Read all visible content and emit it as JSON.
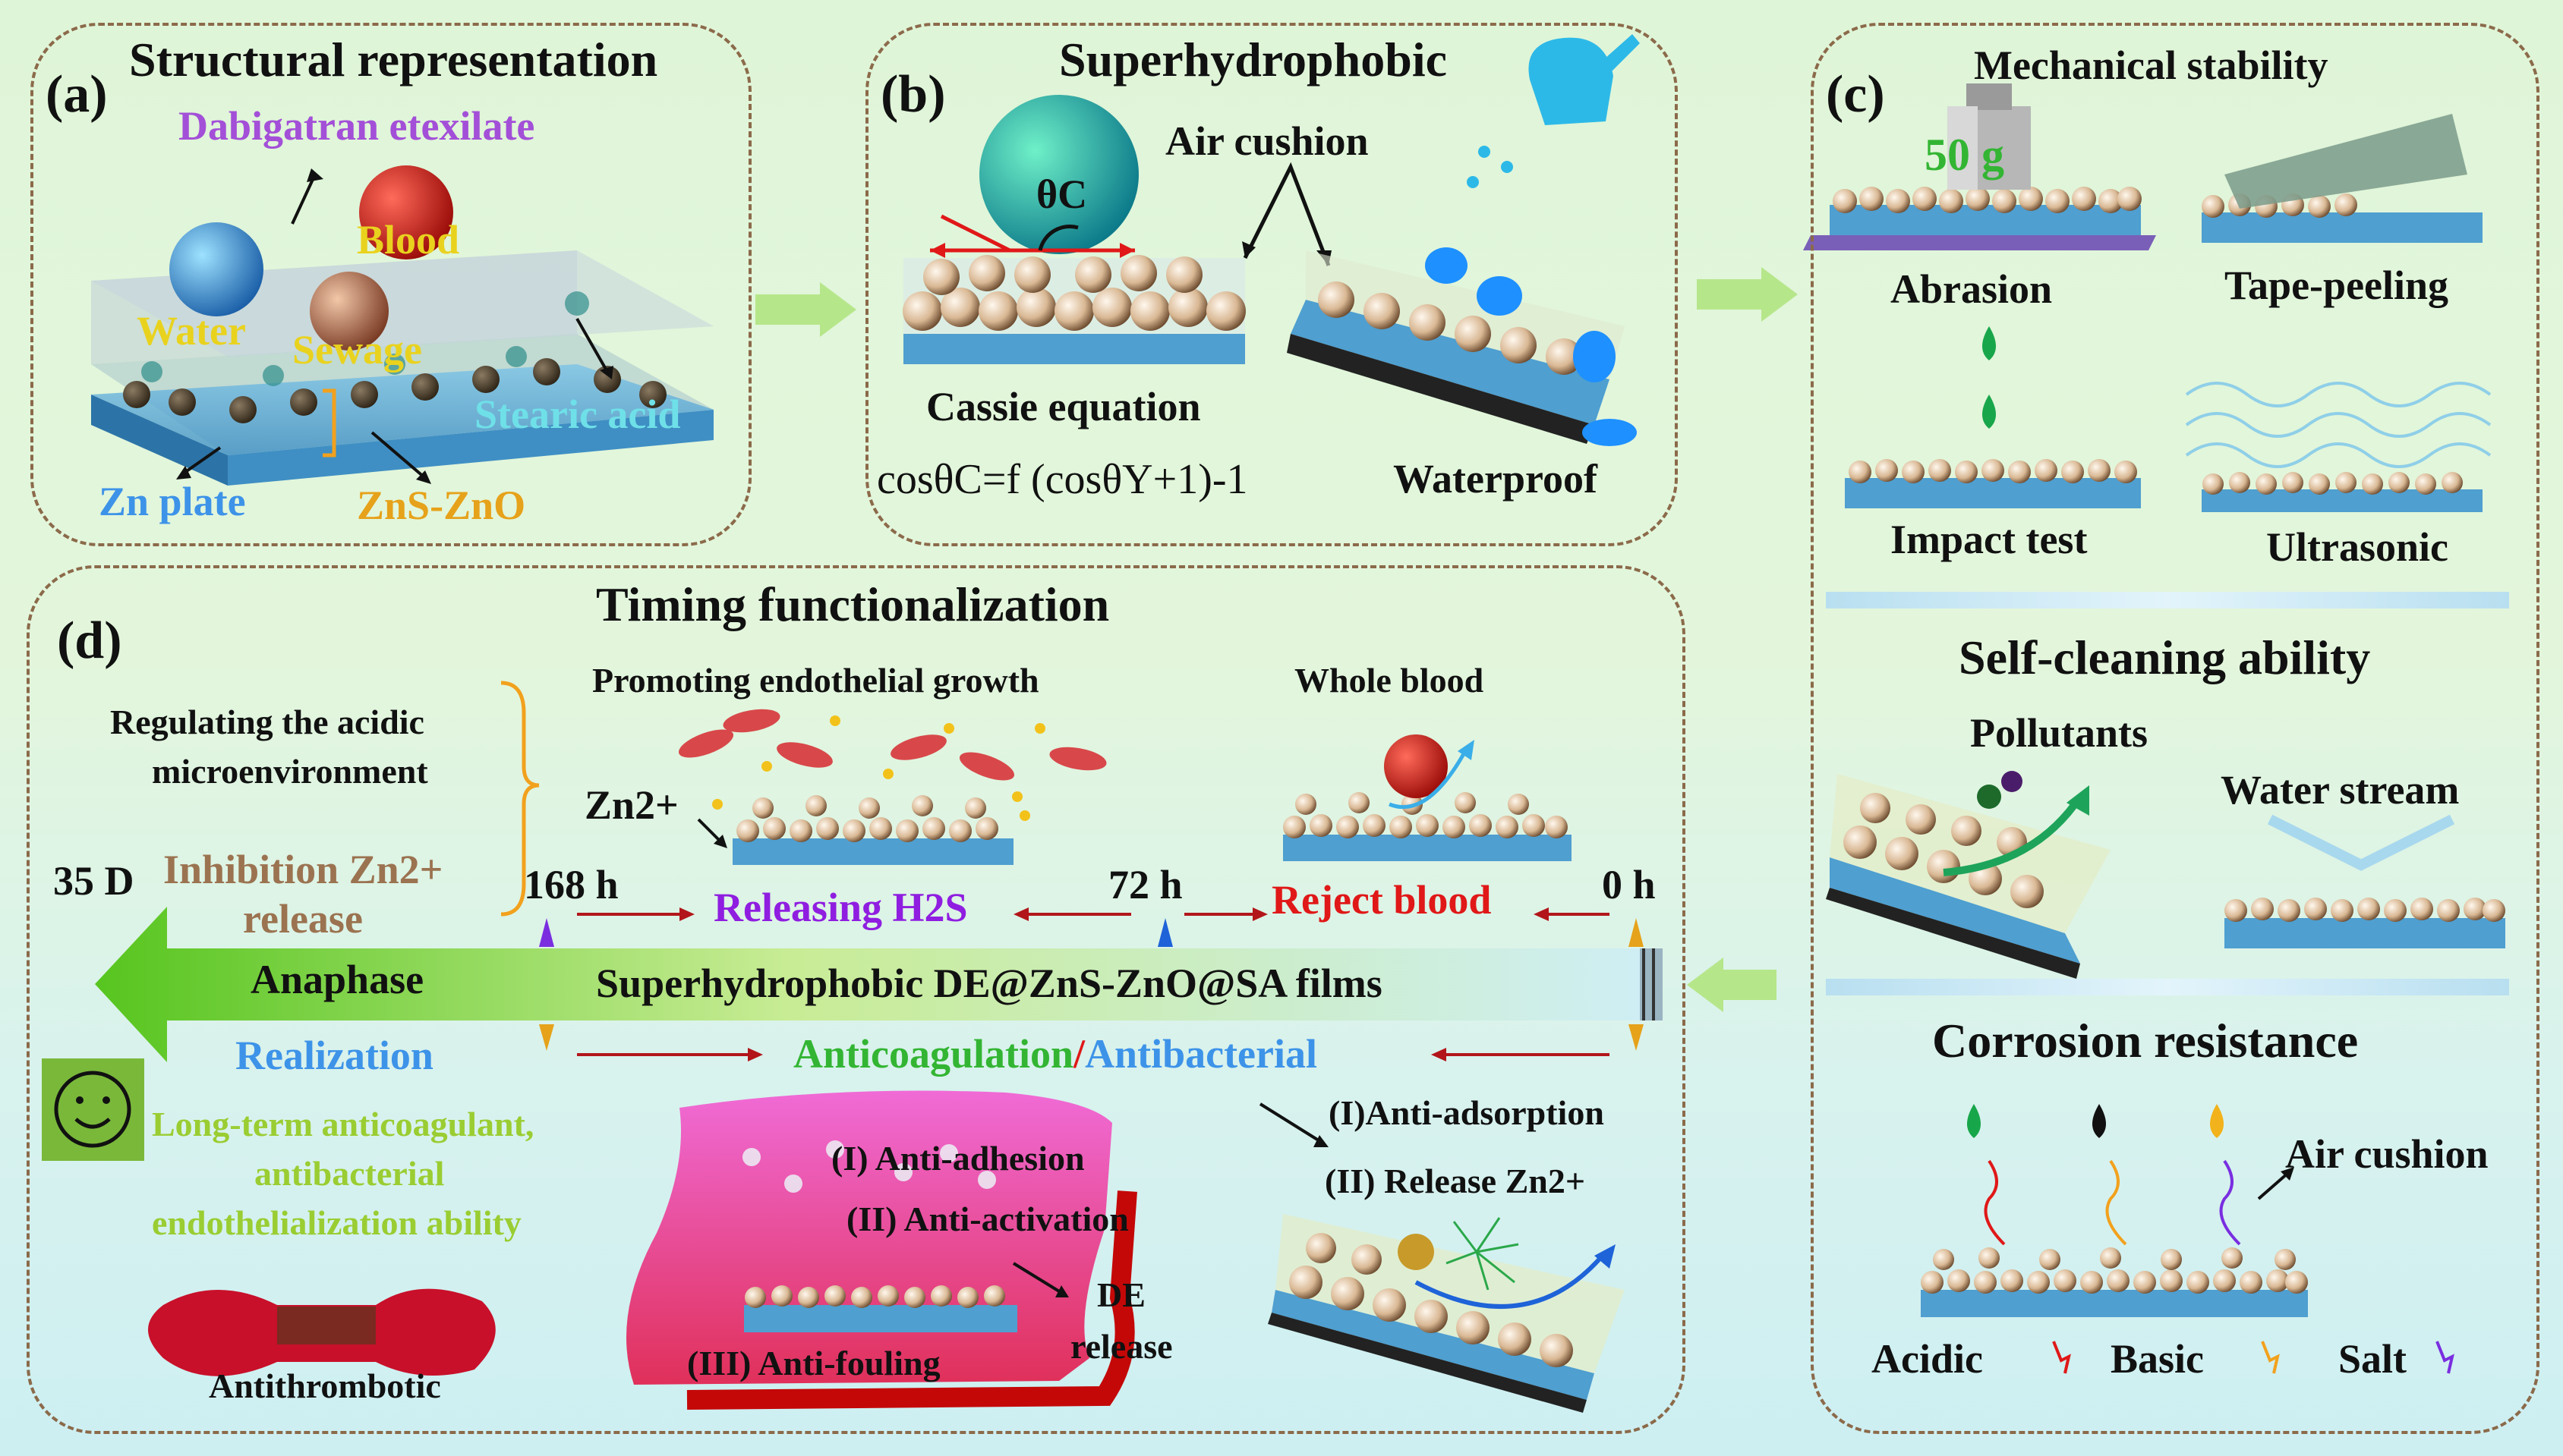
{
  "panel_a": {
    "letter": "(a)",
    "title": "Structural representation",
    "drug": "Dabigatran etexilate",
    "blood": "Blood",
    "water": "Water",
    "sewage": "Sewage",
    "stearic": "Stearic acid",
    "zn_plate": "Zn plate",
    "zns": "ZnS-ZnO"
  },
  "panel_b": {
    "letter": "(b)",
    "title": "Superhydrophobic",
    "theta": "θC",
    "air": "Air cushion",
    "cassie": "Cassie equation",
    "equation": "cosθC=f (cosθY+1)-1",
    "waterproof": "Waterproof"
  },
  "panel_c": {
    "letter": "(c)",
    "title_mech": "Mechanical stability",
    "weight": "50 g",
    "abrasion": "Abrasion",
    "tape": "Tape-peeling",
    "impact": "Impact test",
    "ultrasonic": "Ultrasonic",
    "title_self": "Self-cleaning ability",
    "pollutants": "Pollutants",
    "water_stream": "Water stream",
    "title_corr": "Corrosion resistance",
    "air": "Air cushion",
    "acidic": "Acidic",
    "basic": "Basic",
    "salt": "Salt"
  },
  "panel_d": {
    "letter": "(d)",
    "title": "Timing functionalization",
    "regulating_1": "Regulating the acidic",
    "regulating_2": "microenvironment",
    "promoting": "Promoting endothelial growth",
    "whole_blood": "Whole blood",
    "zn_ion": "Zn2+",
    "d35": "35 D",
    "inhibition_1": "Inhibition Zn2+",
    "inhibition_2": "release",
    "h168": "168 h",
    "releasing": "Releasing H2S",
    "h72": "72 h",
    "reject": "Reject blood",
    "h0": "0 h",
    "anaphase": "Anaphase",
    "films": "Superhydrophobic DE@ZnS-ZnO@SA films",
    "realization": "Realization",
    "anticoag": "Anticoagulation",
    "slash": "/",
    "antibact": "Antibacterial",
    "longterm_1": "Long-term anticoagulant,",
    "longterm_2": "antibacterial",
    "longterm_3": "endothelialization  ability",
    "anti_adsorption": "(I)Anti-adsorption",
    "release_zn": "(II) Release Zn2+",
    "anti_adhesion": "(I) Anti-adhesion",
    "anti_activation": "(II) Anti-activation",
    "de_1": "DE",
    "de_2": "release",
    "anti_fouling": "(III) Anti-fouling",
    "antithrombotic": "Antithrombotic"
  },
  "colors": {
    "border": "#8b6a4a",
    "arrow_green": "#7fdc3a",
    "purple": "#a34fd8",
    "red": "#e01818",
    "blue": "#3d93e8"
  }
}
